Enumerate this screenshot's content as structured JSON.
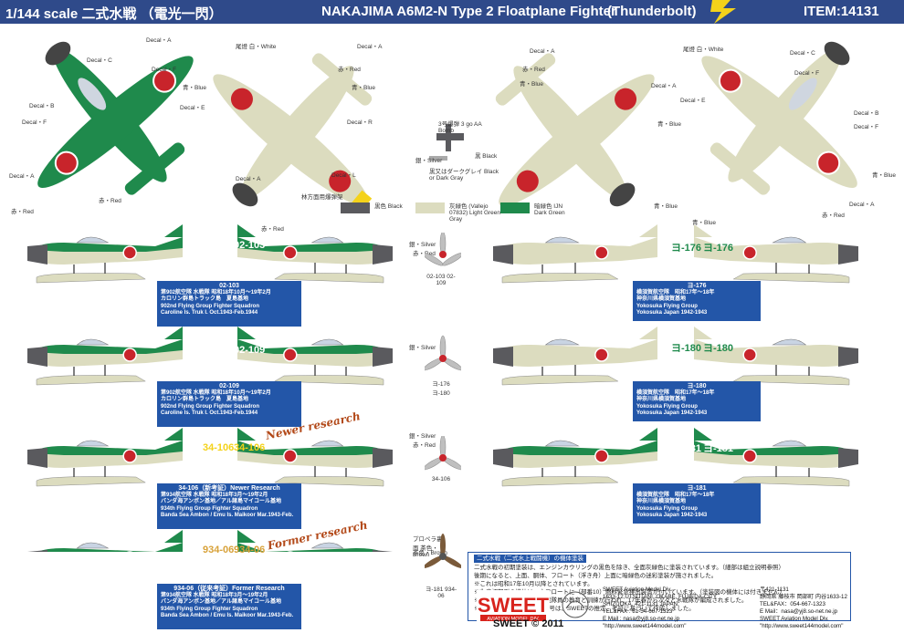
{
  "header": {
    "title_left": "1/144 scale 二式水戦 （電光一閃）",
    "title_center": "NAKAJIMA A6M2-N Type 2 Floatplane Fighter",
    "title_sub": "(Thunderbolt)",
    "item": "ITEM:14131"
  },
  "colors": {
    "header_bg": "#2f4a8a",
    "dark_green": "#1f8a4c",
    "light_gray": "#dcdcbf",
    "black_dark_gray": "#5a5a5e",
    "hinomaru_red": "#c8242b",
    "box_blue": "#2356a8",
    "yellow": "#f4d21a"
  },
  "swatches": [
    {
      "name": "黒色 Black",
      "color": "#5a5a5e"
    },
    {
      "name": "灰緑色 (Vallejo 07832) Light Green Gray",
      "color": "#dcdcbf"
    },
    {
      "name": "暗緑色 IJN Dark Green",
      "color": "#1f8a4c"
    }
  ],
  "top_labels": {
    "decal_a": "Decal・A",
    "decal_b": "Decal・B",
    "decal_c": "Decal・C",
    "decal_f": "Decal・F",
    "decal_e": "Decal・E",
    "decal_r": "Decal・R",
    "decal_l": "Decal・L",
    "red": "赤・Red",
    "blue": "青・Blue",
    "white": "尾燈 白・White",
    "bomb": "3号爆弾 3 go AA Bomb",
    "silver": "銀・Silver",
    "black": "黒 Black",
    "gray_note": "黒又はダークグレイ Black or Dark Gray",
    "bombrack": "林方面用爆弾架"
  },
  "left_profiles": [
    {
      "code": "02-103",
      "box_title": "02-103",
      "box_lines": [
        "第902航空隊 水戦隊 昭和18年10月～19年2月",
        "カロリン群島トラック島　夏島基地",
        "902nd Flying Group Fighter Squadron",
        "Caroline Is. Truk I. Oct.1943-Feb.1944"
      ]
    },
    {
      "code": "02-109",
      "box_title": "02-109",
      "box_lines": [
        "第902航空隊 水戦隊 昭和18年10月～19年2月",
        "カロリン群島トラック島　夏島基地",
        "902nd Flying Group Fighter Squadron",
        "Caroline Is. Truk I. Oct.1943-Feb.1944"
      ]
    },
    {
      "code": "34-106",
      "box_title": "34-106（新考証）Newer Research",
      "box_lines": [
        "第934航空隊 水戦隊 昭和18年3月～19年2月",
        "バンダ海アンボン基地／アル諸島マイコール基地",
        "934th Flying Group Fighter Squadron",
        "Banda Sea Ambon / Emu Is. Maikoor Mar.1943-Feb."
      ]
    },
    {
      "code": "934-06",
      "box_title": "934-06（従来考証）Former Research",
      "box_lines": [
        "第934航空隊 水戦隊 昭和18年3月～19年2月",
        "バンダ海アンボン基地／アル諸島マイコール基地",
        "934th Flying Group Fighter Squadron",
        "Banda Sea Ambon / Emu Is. Maikoor Mar.1943-Feb."
      ]
    }
  ],
  "right_profiles": [
    {
      "code": "ヨ-176",
      "box_title": "ヨ-176",
      "box_lines": [
        "横須賀航空隊　昭和17年～18年",
        "神奈川県横須賀基地",
        "Yokosuka Flying Group",
        "Yokosuka Japan 1942-1943"
      ]
    },
    {
      "code": "ヨ-180",
      "box_title": "ヨ-180",
      "box_lines": [
        "横須賀航空隊　昭和17年～18年",
        "神奈川県横須賀基地",
        "Yokosuka Flying Group",
        "Yokosuka Japan 1942-1943"
      ]
    },
    {
      "code": "ヨ-181",
      "box_title": "ヨ-181",
      "box_lines": [
        "横須賀航空隊　昭和17年～18年",
        "神奈川県横須賀基地",
        "Yokosuka Flying Group",
        "Yokosuka Japan 1942-1943"
      ]
    }
  ],
  "prop_labels": {
    "p1": "02-103 02-109",
    "p2": "ヨ-176 ヨ-180",
    "p3": "34-106",
    "p4": "ヨ-181 934-06",
    "silver": "銀・Silver",
    "red": "赤・Red",
    "brown": "茶色・Brown",
    "prop_brown": "プロペラ裏面 茶色・Brown"
  },
  "research": {
    "newer": "Newer research",
    "former": "Former research"
  },
  "note": {
    "title": "二式水戦（二式水上戦闘機）の機体塗装",
    "lines": [
      "二式水戦の初期塗装は、エンジンカウリングの黒色を除き、全面灰緑色に塗装されています。（細部は組立説明参照）",
      "後期になると、上面、胴体、フロート（浮き舟）上面に暗緑色の迷彩塗装が施されました。",
      "※これは昭和17年10月以降とされています。",
      "※生産初期型の機体は、主フロートに（部番10）燃料緊急排出装置が付いています。（塗装図の機体には付きません）",
      "※横須賀航空隊では二式水戦隊員の教育と訓練が行われ、17年春から次々と水戦隊が編成されました。",
      "※934航空隊水戦隊の機体番号は、SWEETの推定、考証に基づいて作成しました。"
    ]
  },
  "company": {
    "brand": "SWEET",
    "brand_sub": "AVIATION MODEL DIV.",
    "en_lines": [
      "SWEET Aviation Model Div.",
      "1633-12,UTSUTANI, OKABE, FUJIEDA-CITY",
      "SHIZUOKA, 421-1131 JAPAN.",
      "TEL&FAX : 81-54-667-1323",
      "E Mail : nasa@yj8.so-net.ne.jp",
      "\"http://www.sweet144model.com\""
    ],
    "jp_lines": [
      "〒421-1131",
      "静岡県 藤枝市 岡部町 内谷1633-12",
      "TEL&FAX：054-667-1323",
      "E Mail：nasa@yj8.so-net.ne.jp",
      "SWEET Aviation Model Div.",
      "\"http://www.sweet144model.com\""
    ],
    "copyright": "SWEET © 2011"
  }
}
